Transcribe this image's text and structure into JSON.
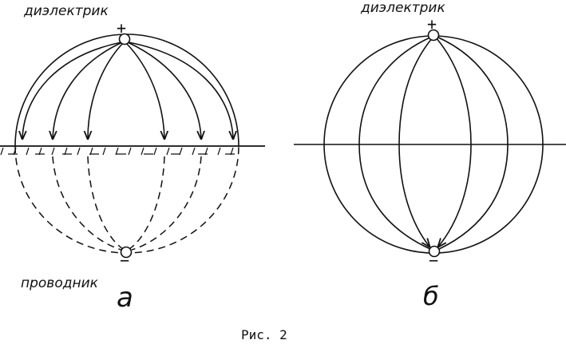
{
  "panel_a": {
    "top_label": "диэлектрик",
    "bottom_label": "проводник",
    "plus_sign": "+",
    "minus_sign": "−",
    "panel_letter": "а"
  },
  "panel_b": {
    "top_label": "диэлектрик",
    "plus_sign": "+",
    "minus_sign": "−",
    "panel_letter": "б"
  },
  "caption": "Рис. 2"
}
